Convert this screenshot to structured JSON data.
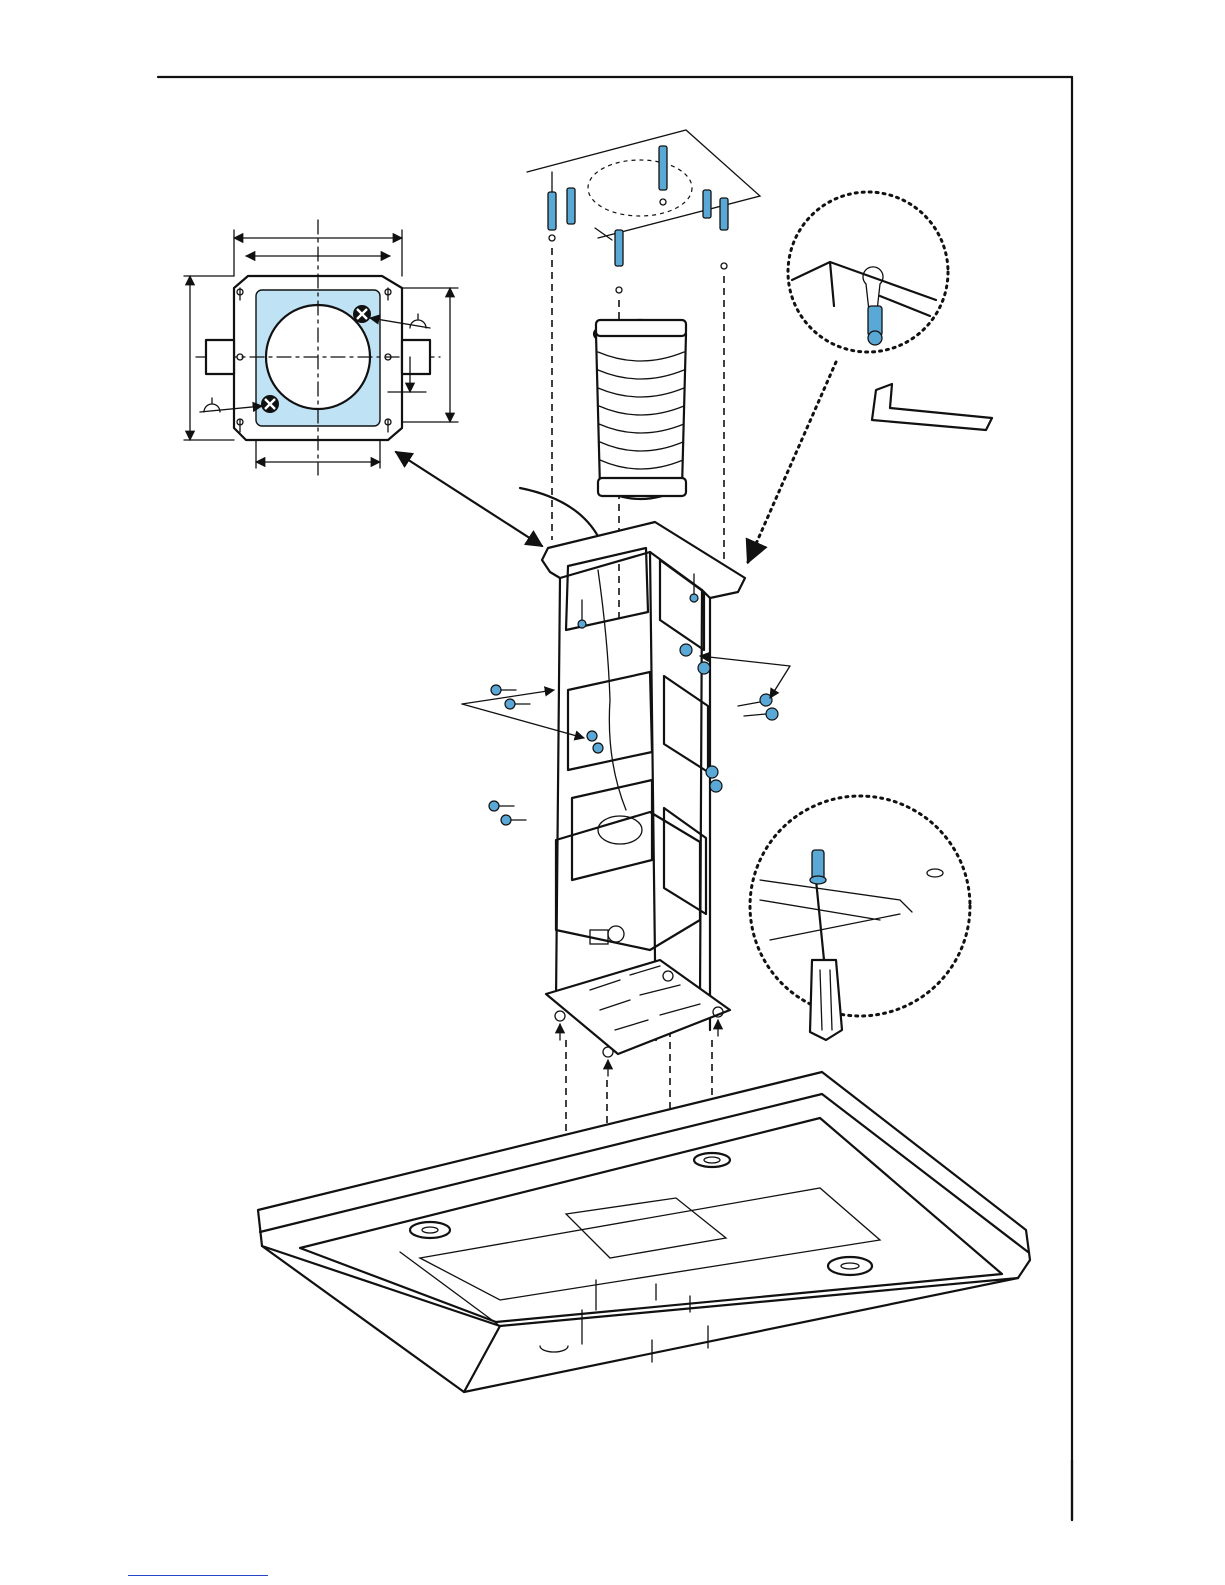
{
  "page": {
    "background": "#ffffff",
    "line_color": "#111111"
  },
  "colors": {
    "accent_fill": "#bfe3f4",
    "screw_blue": "#5aa8d6",
    "link_underline": "#2a46c8"
  },
  "figure": {
    "parts": [
      "mounting-plate-template",
      "ceiling-plate",
      "wall-plugs",
      "flexible-duct",
      "chimney-frame",
      "hood-canopy",
      "screwdriver",
      "allen-key"
    ],
    "icons": [
      "screw-icon",
      "screwdriver-icon",
      "hex-key-icon",
      "arrow-icon",
      "magnifier-detail-icon"
    ]
  }
}
